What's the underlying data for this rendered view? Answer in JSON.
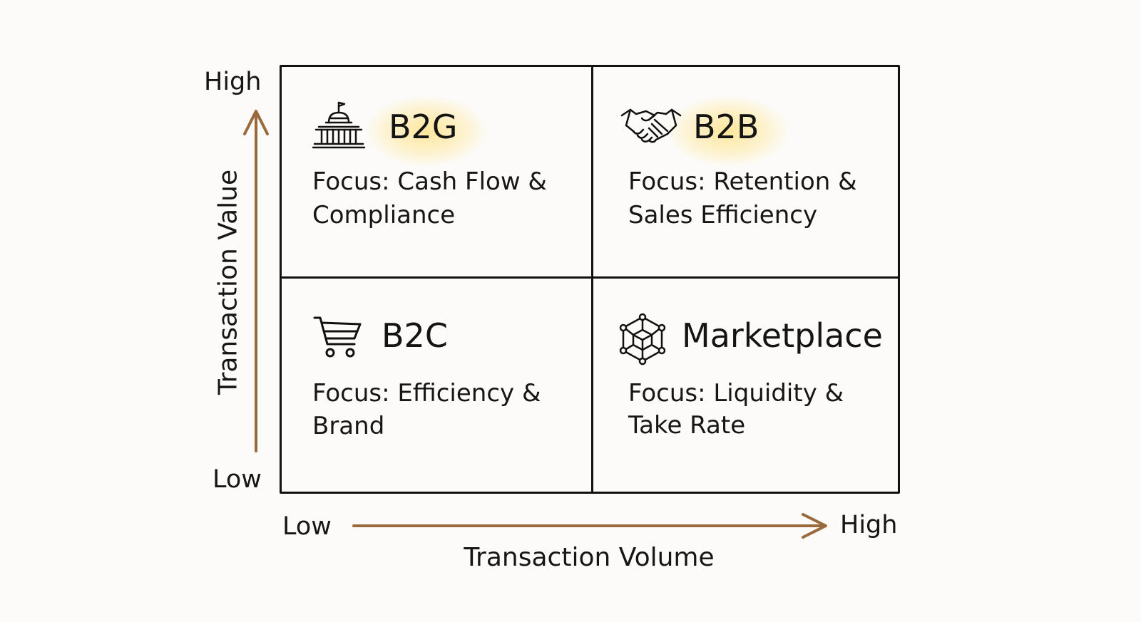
{
  "axes": {
    "y": {
      "title": "Transaction Value",
      "high_label": "High",
      "low_label": "Low"
    },
    "x": {
      "title": "Transaction Volume",
      "low_label": "Low",
      "high_label": "High"
    },
    "arrow_color": "#9a6a3c"
  },
  "quadrants": [
    {
      "position": "top-left",
      "title": "B2G",
      "icon": "government-building-icon",
      "highlighted": true,
      "focus_line1": "Focus: Cash Flow &",
      "focus_line2": "Compliance"
    },
    {
      "position": "top-right",
      "title": "B2B",
      "icon": "handshake-icon",
      "highlighted": true,
      "focus_line1": "Focus: Retention &",
      "focus_line2": "Sales Efficiency"
    },
    {
      "position": "bottom-left",
      "title": "B2C",
      "icon": "shopping-cart-icon",
      "highlighted": false,
      "focus_line1": "Focus: Efficiency &",
      "focus_line2": "Brand"
    },
    {
      "position": "bottom-right",
      "title": "Marketplace",
      "icon": "network-cube-icon",
      "highlighted": false,
      "focus_line1": "Focus: Liquidity &",
      "focus_line2": "Take Rate"
    }
  ],
  "colors": {
    "highlight": "#ffd650",
    "ink": "#111111",
    "background": "#fcfbf9"
  }
}
